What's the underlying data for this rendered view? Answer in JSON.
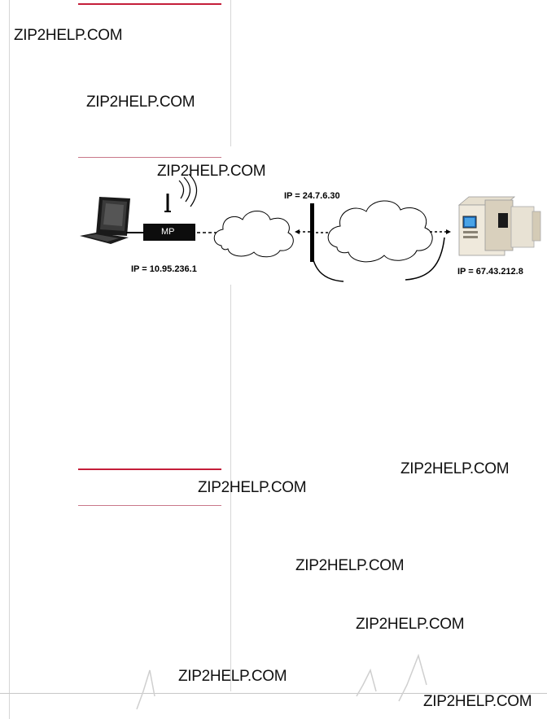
{
  "watermarks": [
    "ZIP2HELP.COM",
    "ZIP2HELP.COM",
    "ZIP2HELP.COM",
    "ZIP2HELP.COM",
    "ZIP2HELP.COM",
    "ZIP2HELP.COM",
    "ZIP2HELP.COM",
    "ZIP2HELP.COM",
    "ZIP2HELP.COM"
  ],
  "diagram": {
    "device_label": "MP",
    "client_ip": "IP = 10.95.236.1",
    "gateway_ip": "IP = 24.7.6.30",
    "server_ip": "IP = 67.43.212.8",
    "icons": [
      "laptop-icon",
      "antenna-icon",
      "radio-waves-icon",
      "cloud-icon",
      "firewall-icon",
      "server-icon"
    ]
  },
  "colors": {
    "accent_rule": "#c41e3a",
    "thin_rule": "#c9788a"
  }
}
